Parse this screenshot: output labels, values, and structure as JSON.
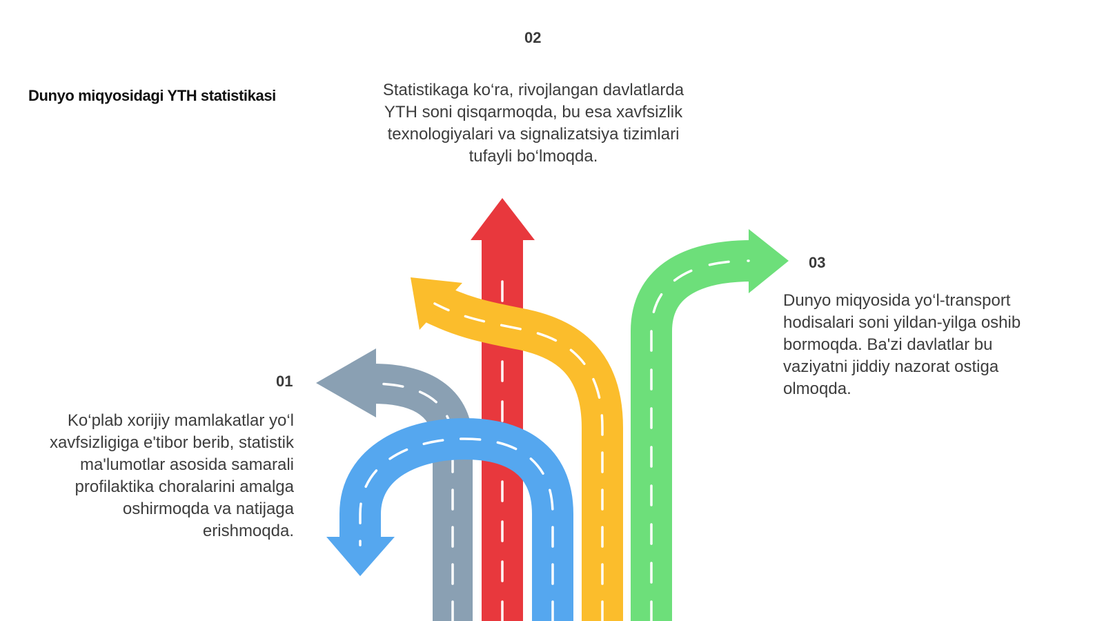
{
  "title": "Dunyo miqyosidagi YTH statistikasi",
  "items": [
    {
      "number": "01",
      "text": "Ko‘plab xorijiy mamlakatlar yo‘l xavfsizligiga e'tibor berib, statistik ma'lumotlar asosida samarali profilaktika choralarini amalga oshirmoqda va natijaga erishmoqda."
    },
    {
      "number": "02",
      "text": "Statistikaga ko‘ra, rivojlangan davlatlarda YTH soni qisqarmoqda, bu esa xavfsizlik texnologiyalari va signalizatsiya tizimlari tufayli bo‘lmoqda."
    },
    {
      "number": "03",
      "text": "Dunyo miqyosida yo‘l-transport hodisalari soni yildan-yilga oshib bormoqda. Ba'zi davlatlar bu vaziyatni jiddiy nazorat ostiga olmoqda."
    }
  ],
  "colors": {
    "gray_road": "#8aa0b3",
    "red_road": "#e8383d",
    "yellow_road": "#fbbd2c",
    "green_road": "#6ddf7a",
    "blue_road": "#55a7ef",
    "lane_marking": "#ffffff"
  }
}
